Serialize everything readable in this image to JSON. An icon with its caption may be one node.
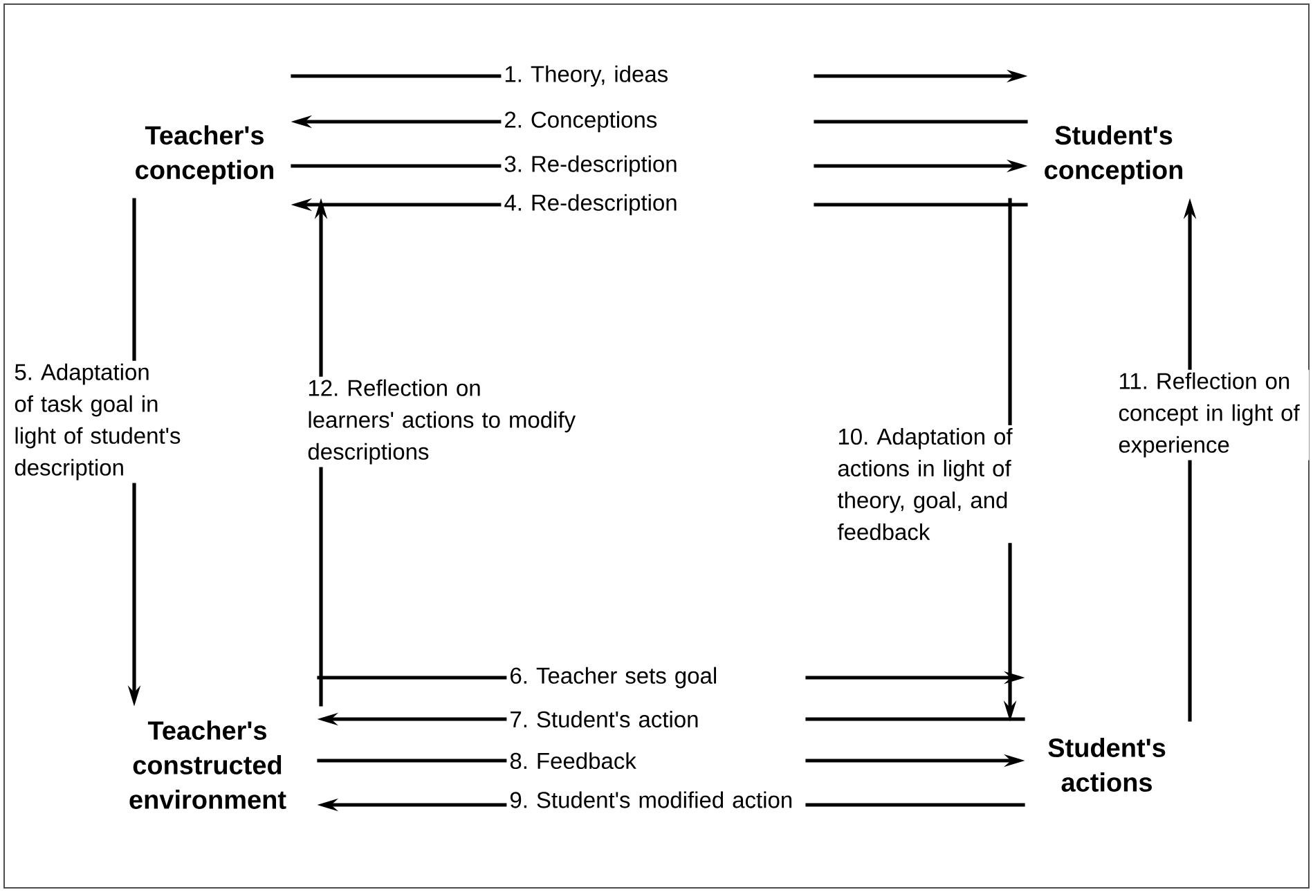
{
  "diagram": {
    "nodes": [
      {
        "text": [
          "Teacher's conception"
        ]
      },
      {
        "text": [
          "Student's conception"
        ]
      },
      {
        "text": [
          "Teacher's constructed environment"
        ]
      },
      {
        "text": [
          "Student's actions"
        ]
      }
    ],
    "edges": [
      {
        "from": 0,
        "to": 1,
        "arrow": "to",
        "label": "1. Theory, ideas"
      },
      {
        "from": 1,
        "to": 0,
        "arrow": "to",
        "label": "2. Conceptions"
      },
      {
        "from": 0,
        "to": 1,
        "arrow": "to",
        "label": "3. Re-description"
      },
      {
        "from": 1,
        "to": 0,
        "arrow": "to",
        "label": "4. Re-description"
      },
      {
        "from": 0,
        "to": 2,
        "arrow": "to",
        "label": "5. Adaptation of task goal in light of student's description"
      },
      {
        "from": 2,
        "to": 3,
        "arrow": "to",
        "label": "6. Teacher sets goal"
      },
      {
        "from": 3,
        "to": 2,
        "arrow": "to",
        "label": "7. Student's action"
      },
      {
        "from": 2,
        "to": 3,
        "arrow": "to",
        "label": "8. Feedback"
      },
      {
        "from": 3,
        "to": 2,
        "arrow": "to",
        "label": "9. Student's modified action"
      },
      {
        "from": 1,
        "to": 3,
        "arrow": "to",
        "label": "10. Adaptation of actions in light of theory, goal, and feedback"
      },
      {
        "from": 3,
        "to": 1,
        "arrow": "to",
        "label": "11. Reflection on concept in light of experience"
      },
      {
        "from": 2,
        "to": 0,
        "arrow": "to",
        "label": "12. Reflection on learners' actions to modify descriptions"
      }
    ]
  }
}
